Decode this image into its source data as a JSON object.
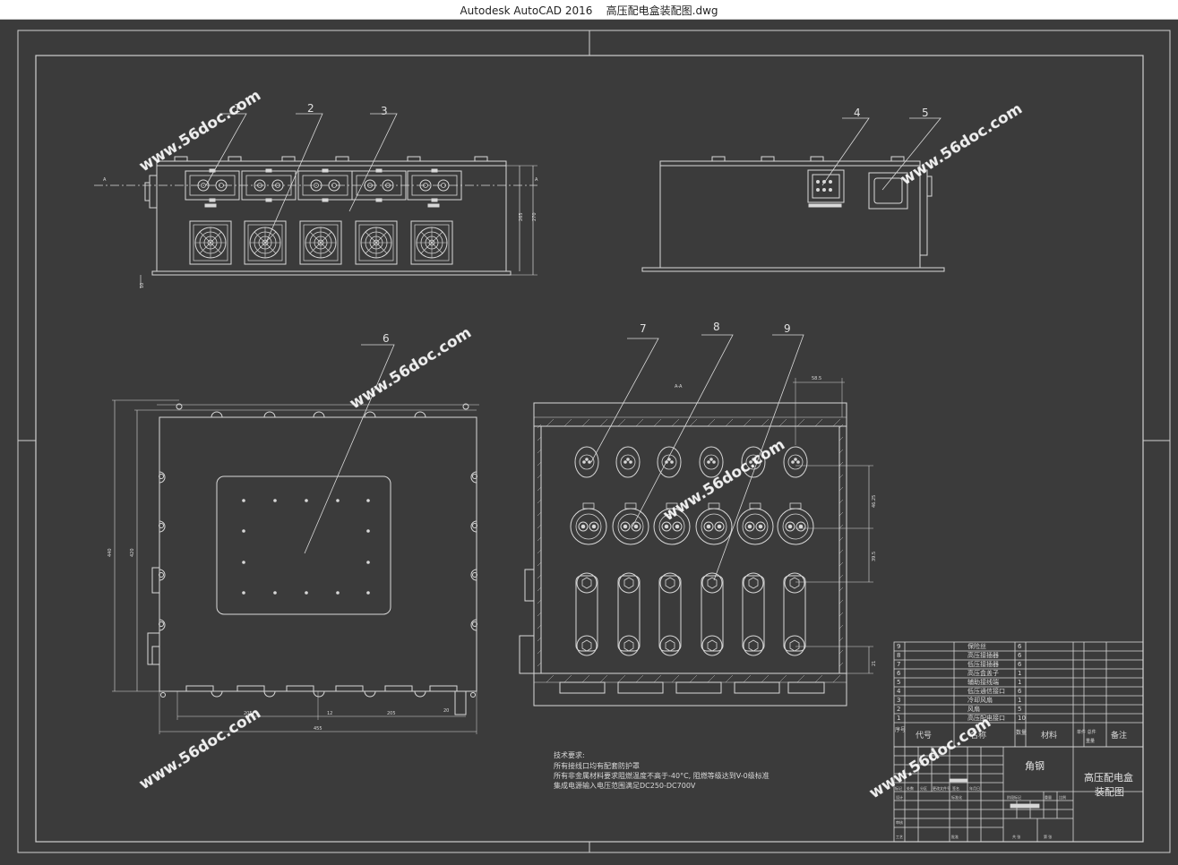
{
  "window": {
    "app_title": "Autodesk AutoCAD 2016",
    "file_name": "高压配电盒装配图.dwg"
  },
  "watermark": "www.56doc.com",
  "colors": {
    "background": "#3b3b3b",
    "lines": "#d8d8d8",
    "titlebar": "#ffffff"
  },
  "balloons": [
    "1",
    "2",
    "3",
    "4",
    "5",
    "6",
    "7",
    "8",
    "9"
  ],
  "dimensions": {
    "top_v1": "265",
    "top_v2": "270",
    "top_v3": "10",
    "side_v1": "440",
    "side_v2": "420",
    "bottom_h1": "205",
    "bottom_h2": "12",
    "bottom_h3": "205",
    "bottom_h4": "455",
    "bottom_h5": "20",
    "right_h1": "58.5",
    "right_v1": "46.25",
    "right_v2": "39.5",
    "right_v3": "21",
    "section_mark": "A",
    "section_label": "A-A"
  },
  "notes": {
    "heading": "技术要求:",
    "line1": "所有接线口均有配套防护罩",
    "line2": "所有非金属材料要求阻燃温度不高于-40°C, 阻燃等级达到V-0级标准",
    "line3": "集成电源输入电压范围满足DC250-DC700V"
  },
  "bom": {
    "rows": [
      {
        "no": "9",
        "name": "保险丝",
        "qty": "6"
      },
      {
        "no": "8",
        "name": "高压接插器",
        "qty": "6"
      },
      {
        "no": "7",
        "name": "低压接插器",
        "qty": "6"
      },
      {
        "no": "6",
        "name": "高压盒盖子",
        "qty": "1"
      },
      {
        "no": "5",
        "name": "辅助接线端",
        "qty": "1"
      },
      {
        "no": "4",
        "name": "低压通信接口",
        "qty": "6"
      },
      {
        "no": "3",
        "name": "冷却风扇",
        "qty": "1"
      },
      {
        "no": "2",
        "name": "风扇",
        "qty": "5"
      },
      {
        "no": "1",
        "name": "高压配电接口",
        "qty": "10"
      }
    ],
    "header": {
      "no": "序号",
      "code": "代号",
      "name": "名称",
      "qty": "数量",
      "material": "材料",
      "unit_total": "单件 总件",
      "weight": "重量",
      "remark": "备注"
    }
  },
  "titleblock": {
    "material": "角钢",
    "title_line1": "高压配电盒",
    "title_line2": "装配图",
    "labels": [
      "标记",
      "处数",
      "分区",
      "更改文件号",
      "签名",
      "年月日",
      "设计",
      "标准化",
      "阶段标记",
      "重量",
      "比例",
      "审核",
      "工艺",
      "批准",
      "共 张",
      "第 张"
    ]
  }
}
